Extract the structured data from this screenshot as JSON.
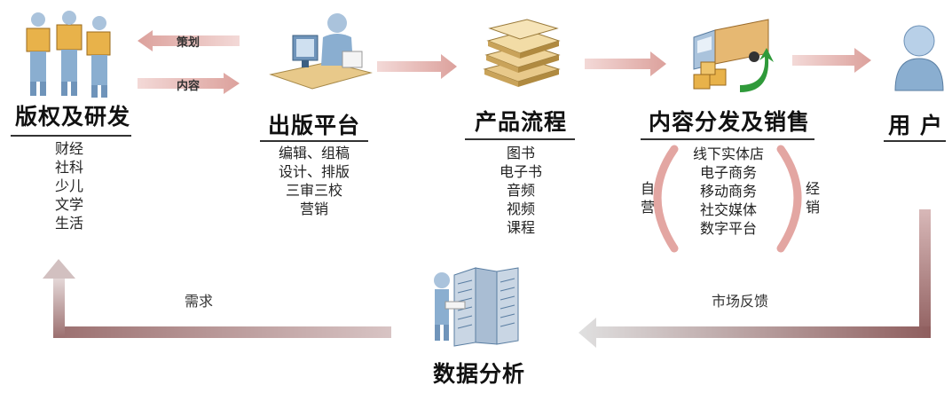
{
  "stages": {
    "copyright": {
      "title": "版权及研发",
      "items": [
        "财经",
        "社科",
        "少儿",
        "文学",
        "生活"
      ]
    },
    "publishing": {
      "title": "出版平台",
      "items": [
        "编辑、组稿",
        "设计、排版",
        "三审三校",
        "营销"
      ]
    },
    "product": {
      "title": "产品流程",
      "items": [
        "图书",
        "电子书",
        "音频",
        "视频",
        "课程"
      ]
    },
    "distribution": {
      "title": "内容分发及销售",
      "items": [
        "线下实体店",
        "电子商务",
        "移动商务",
        "社交媒体",
        "数字平台"
      ],
      "left_label": [
        "自",
        "营"
      ],
      "right_label": [
        "经",
        "销"
      ]
    },
    "user": {
      "title": "用 户"
    },
    "analysis": {
      "title": "数据分析"
    }
  },
  "arrows": {
    "planning": "策划",
    "content": "内容",
    "demand": "需求",
    "feedback": "市场反馈"
  },
  "icons": {
    "copyright": "workers-with-boxes-icon",
    "publishing": "person-at-computer-icon",
    "product": "stacked-books-icon",
    "distribution": "delivery-truck-icon",
    "user": "user-icon",
    "analysis": "server-rack-icon"
  },
  "colors": {
    "arrow": "#e8b9b6",
    "arrow_dark": "#d58f8a",
    "feedback_arrow": "#9b6a6a",
    "paren": "#e3a6a2"
  }
}
